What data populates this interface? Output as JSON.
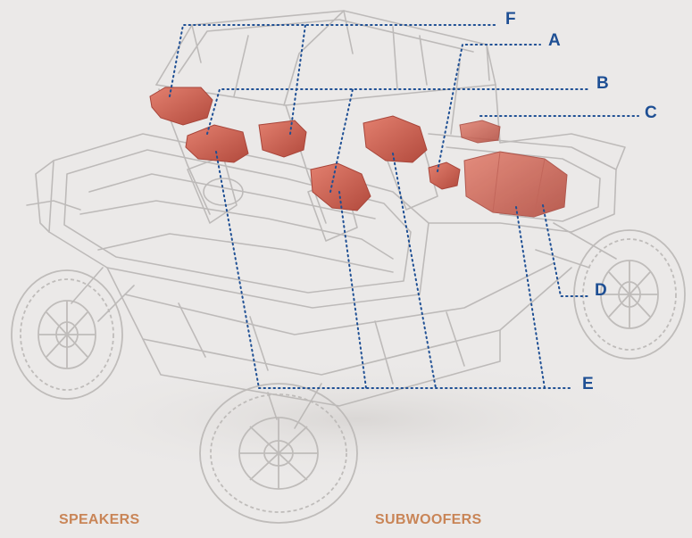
{
  "callouts": {
    "a": "A",
    "b": "B",
    "c": "C",
    "d": "D",
    "e": "E",
    "f": "F"
  },
  "footer": {
    "left_label": "SPEAKERS",
    "right_label": "SUBWOOFERS"
  },
  "colors": {
    "background": "#ebe9e8",
    "frame_stroke": "#b9b6b4",
    "component_fill": "#c8594a",
    "component_highlight": "#e3806f",
    "leader_line": "#1e4f94",
    "callout_text": "#1e4f94",
    "footer_text": "#c98557"
  },
  "icons": {
    "vehicle": "utv-wireframe-illustration",
    "component": "audio-speaker-pod"
  }
}
